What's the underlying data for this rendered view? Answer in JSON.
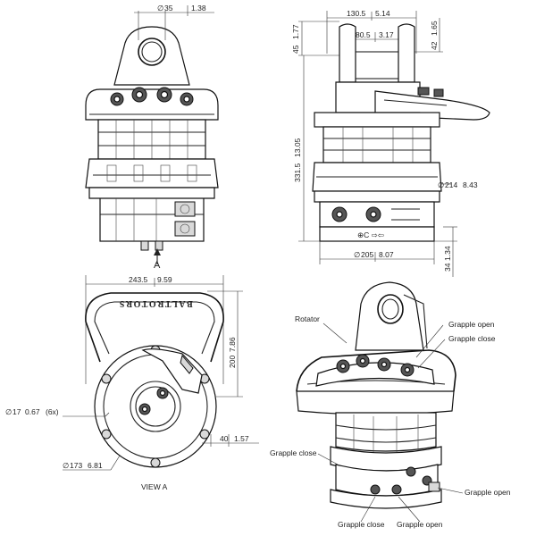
{
  "dimensions": {
    "top_dia_35": "35",
    "top_dia_in": "1.38",
    "width_130_5": "130.5",
    "width_130_5_in": "5.14",
    "width_80_5": "80.5",
    "width_80_5_in": "3.17",
    "h45": "45",
    "h45_in": "1.77",
    "h42": "42",
    "h42_in": "1.65",
    "h331_5": "331.5",
    "h331_5_in": "13.05",
    "dia214": "214",
    "dia214_in": "8.43",
    "dia205": "205",
    "dia205_in": "8.07",
    "h34": "34",
    "h34_in": "1.34",
    "w243_5": "243.5",
    "w243_5_in": "9.59",
    "h200": "200",
    "h200_in": "7.86",
    "dia17": "17",
    "dia17_in": "0.67",
    "dia17_qty": "(6x)",
    "w40": "40",
    "w40_in": "1.57",
    "dia173": "173",
    "dia173_in": "6.81"
  },
  "symbols": {
    "diameter": "∅"
  },
  "labels": {
    "section_a": "A",
    "view_a": "VIEW A",
    "brand": "BALTROTORS",
    "rotator": "Rotator",
    "grapple_open_1": "Grapple open",
    "grapple_close_1": "Grapple close",
    "grapple_close_2": "Grapple close",
    "grapple_open_2": "Grapple open",
    "grapple_close_3": "Grapple close",
    "grapple_open_3": "Grapple open",
    "port_marks": "⊕C ⇨⇦"
  }
}
